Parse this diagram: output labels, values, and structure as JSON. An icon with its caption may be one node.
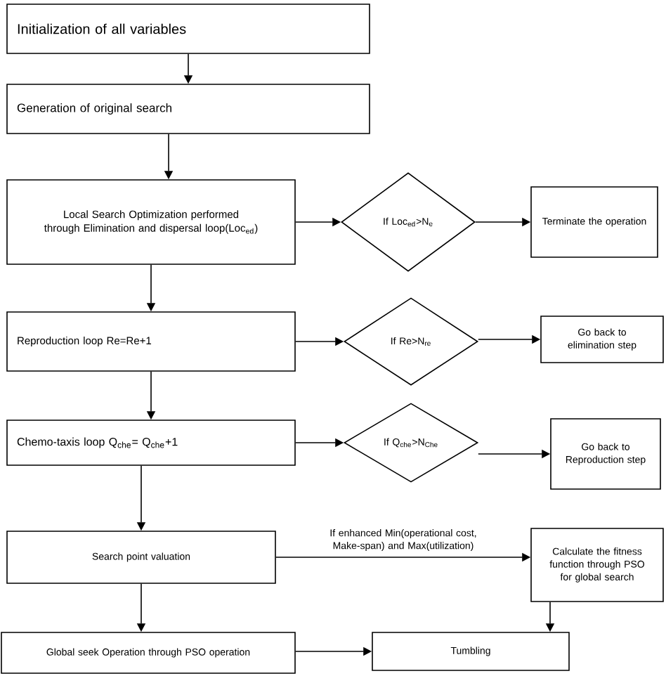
{
  "diagram": {
    "nodes": [
      {
        "text": [
          "Initialization of all variables"
        ]
      },
      {
        "text": [
          "Generation of original search"
        ]
      },
      {
        "text": [
          "Local Search Optimization performed through Elimination and dispersal loop(Loc$_{ed}$)"
        ]
      },
      {
        "text": [
          "If Loc$_{ed}$>N$_{e}$"
        ]
      },
      {
        "text": [
          "Terminate the operation"
        ]
      },
      {
        "text": [
          "Reproduction loop Re=Re+1"
        ]
      },
      {
        "text": [
          "If Re>N$_{re}$"
        ]
      },
      {
        "text": [
          "Go back to elimination step"
        ]
      },
      {
        "text": [
          "Chemo-taxis loop Q$_{che}$= Q$_{che}$+1"
        ]
      },
      {
        "text": [
          "If Q$_{che}$>N$_{Che}$"
        ]
      },
      {
        "text": [
          "Go back to Reproduction step"
        ]
      },
      {
        "text": [
          "Search point valuation"
        ]
      },
      {
        "text": [
          "Calculate the fitness function through PSO for global search"
        ]
      },
      {
        "text": [
          "Global seek Operation through PSO operation"
        ]
      },
      {
        "text": [
          "Tumbling"
        ]
      }
    ],
    "edges": [
      {
        "from": 0,
        "to": 1,
        "arrow": "to"
      },
      {
        "from": 1,
        "to": 2,
        "arrow": "to"
      },
      {
        "from": 2,
        "to": 3,
        "arrow": "to"
      },
      {
        "from": 3,
        "to": 4,
        "arrow": "to"
      },
      {
        "from": 2,
        "to": 5,
        "arrow": "to"
      },
      {
        "from": 5,
        "to": 6,
        "arrow": "to"
      },
      {
        "from": 6,
        "to": 7,
        "arrow": "to"
      },
      {
        "from": 5,
        "to": 8,
        "arrow": "to"
      },
      {
        "from": 8,
        "to": 9,
        "arrow": "to"
      },
      {
        "from": 9,
        "to": 10,
        "arrow": "to"
      },
      {
        "from": 8,
        "to": 11,
        "arrow": "to"
      },
      {
        "from": 11,
        "to": 12,
        "arrow": "to",
        "label": "If enhanced Min(operational cost, Make-span) and Max(utilization)"
      },
      {
        "from": 11,
        "to": 13,
        "arrow": "to"
      },
      {
        "from": 13,
        "to": 14,
        "arrow": "to"
      },
      {
        "from": 12,
        "to": 14,
        "arrow": "to"
      }
    ]
  }
}
